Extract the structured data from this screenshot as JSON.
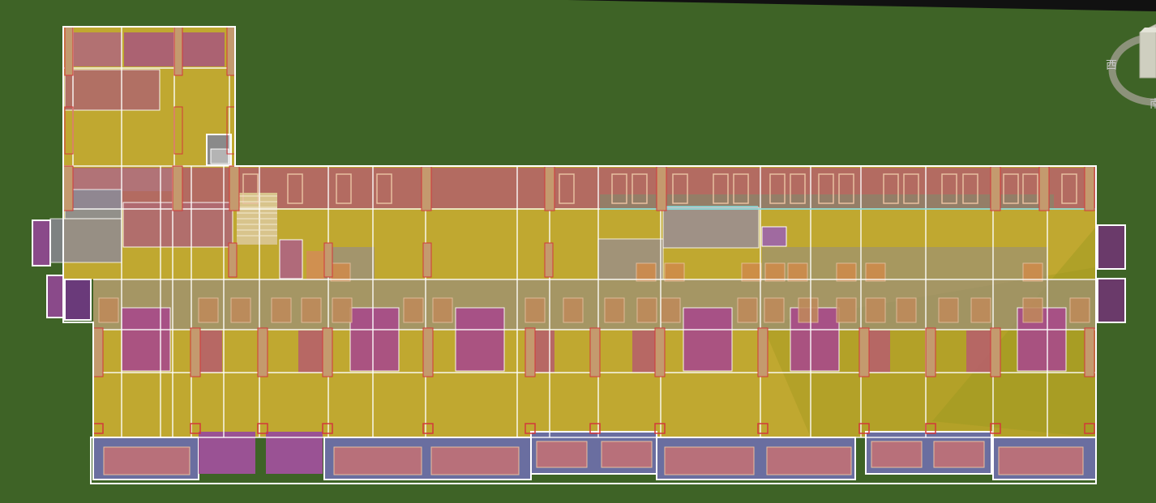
{
  "viewport": {
    "kind": "3d-building-model-top-view",
    "colors": {
      "background": "#3e6326",
      "floor": "#c0a830",
      "room_pink": "#b06a5a",
      "room_magenta": "#9a3a8a",
      "glass_gray": "#8e8a7c",
      "column_red": "#d2383a",
      "column_fill": "#c49a6e",
      "wall_white": "#ffffff",
      "wall_cyan": "#7fd6d6"
    }
  },
  "nav_cube": {
    "compass": {
      "west": "西",
      "south": "南"
    }
  }
}
